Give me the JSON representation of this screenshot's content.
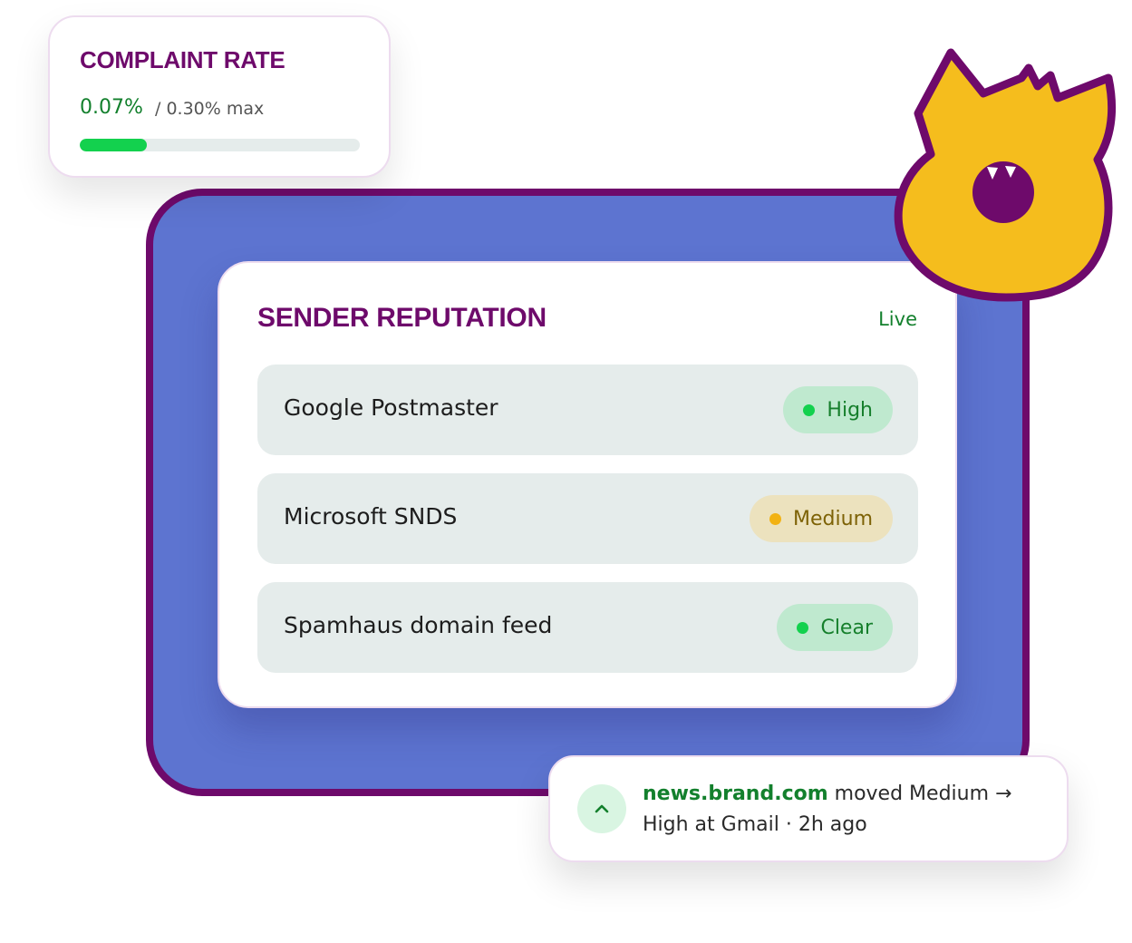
{
  "colors": {
    "brand_purple": "#6e0a6b",
    "panel_blue": "#5d74d0",
    "status_green": "#13d14e",
    "status_amber": "#f2b213",
    "text_green": "#13802d",
    "mascot_yellow": "#f5bd1d"
  },
  "complaint_rate": {
    "title": "COMPLAINT RATE",
    "value": "0.07%",
    "max_text": "/ 0.30% max",
    "progress_fraction": 0.24
  },
  "sender_reputation": {
    "title": "SENDER REPUTATION",
    "live_label": "Live",
    "rows": [
      {
        "name": "Google Postmaster",
        "status": "High",
        "tone": "good"
      },
      {
        "name": "Microsoft SNDS",
        "status": "Medium",
        "tone": "warn"
      },
      {
        "name": "Spamhaus domain feed",
        "status": "Clear",
        "tone": "good"
      }
    ]
  },
  "notification": {
    "icon": "chevron-up-icon",
    "domain": "news.brand.com",
    "message": " moved Medium → High at Gmail · 2h ago"
  },
  "mascot": {
    "icon": "monster-mascot"
  }
}
